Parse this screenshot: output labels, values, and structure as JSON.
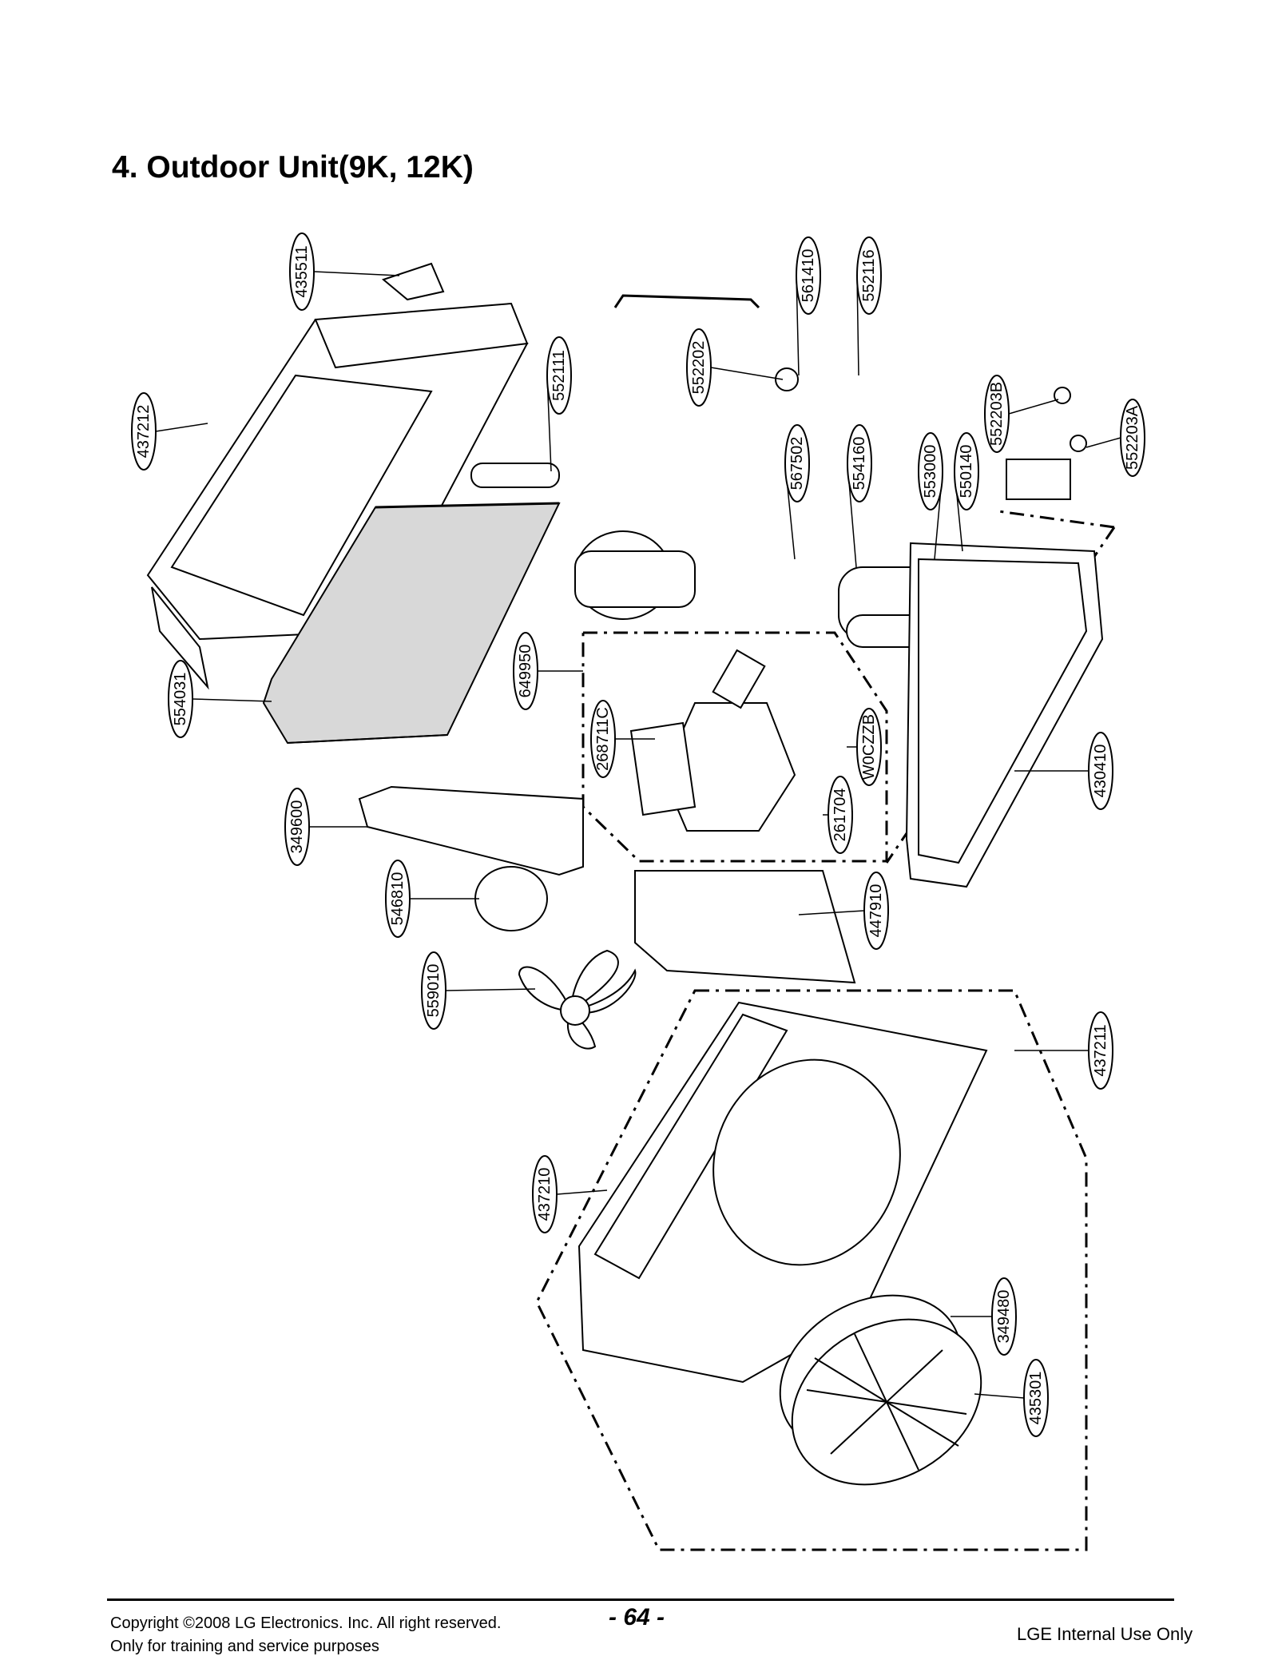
{
  "title": "4. Outdoor Unit(9K, 12K)",
  "part_labels": [
    {
      "id": "435511"
    },
    {
      "id": "561410"
    },
    {
      "id": "552116"
    },
    {
      "id": "552202"
    },
    {
      "id": "552111"
    },
    {
      "id": "437212"
    },
    {
      "id": "567502"
    },
    {
      "id": "554160"
    },
    {
      "id": "553000"
    },
    {
      "id": "550140"
    },
    {
      "id": "552203B"
    },
    {
      "id": "552203A"
    },
    {
      "id": "649950"
    },
    {
      "id": "554031"
    },
    {
      "id": "268711C"
    },
    {
      "id": "W0CZZB"
    },
    {
      "id": "430410"
    },
    {
      "id": "349600"
    },
    {
      "id": "261704"
    },
    {
      "id": "546810"
    },
    {
      "id": "447910"
    },
    {
      "id": "559010"
    },
    {
      "id": "437211"
    },
    {
      "id": "437210"
    },
    {
      "id": "349480"
    },
    {
      "id": "435301"
    }
  ],
  "footer": {
    "copyright": "Copyright ©2008 LG Electronics. Inc. All right reserved.",
    "purpose": "Only for training and service purposes",
    "page_number": "- 64 -",
    "internal": "LGE Internal Use Only"
  }
}
